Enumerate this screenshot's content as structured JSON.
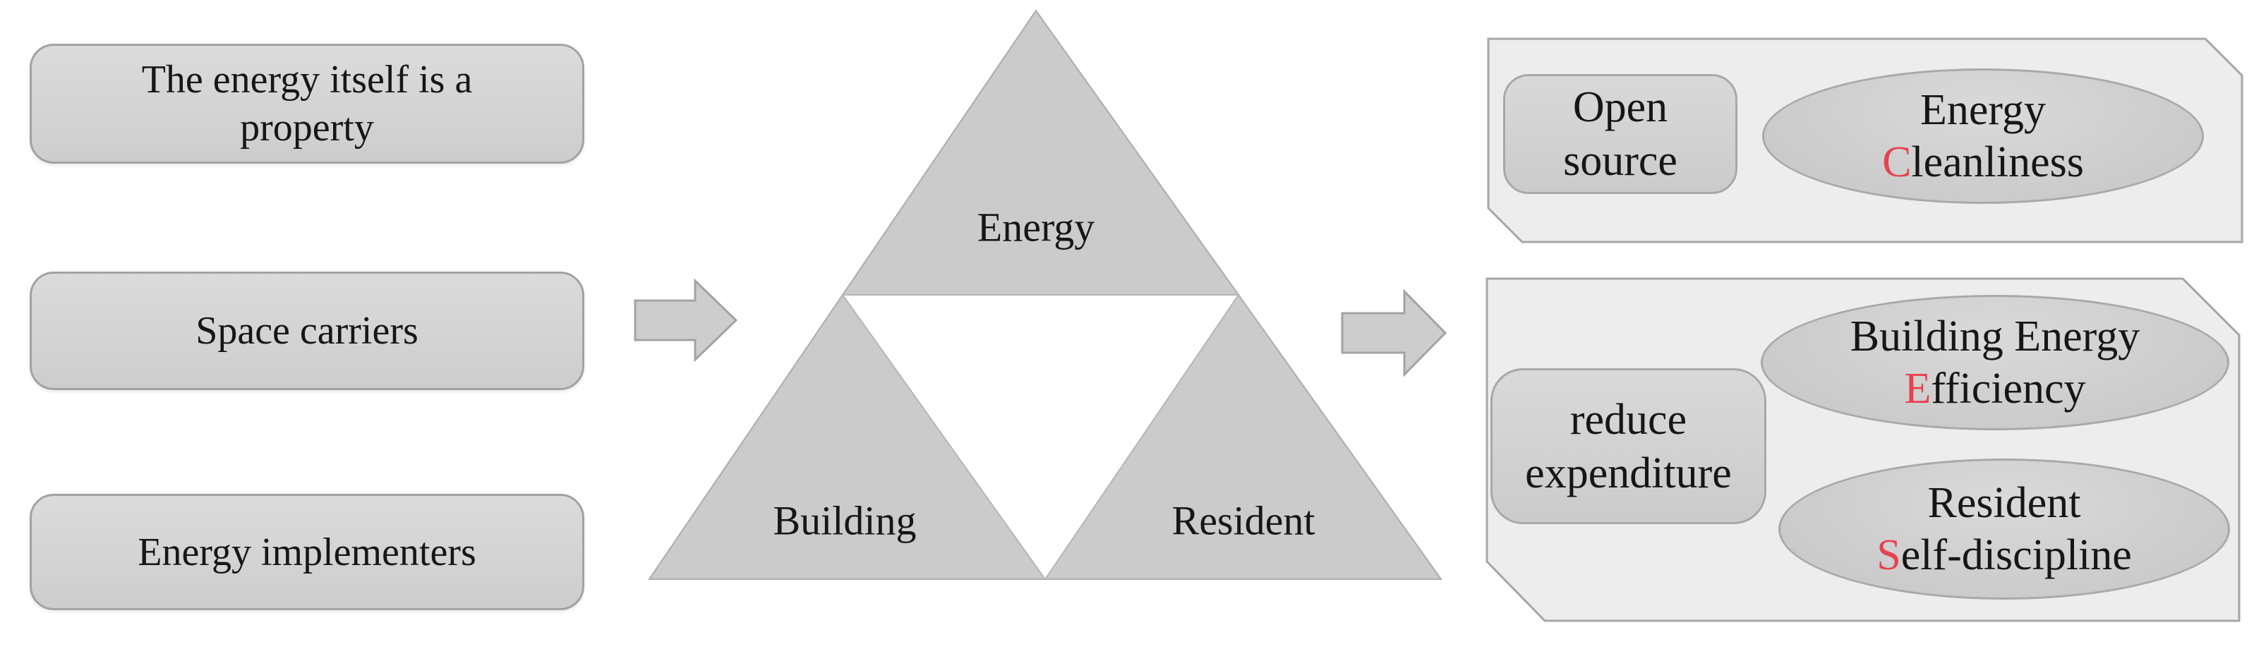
{
  "figure": {
    "type": "triangle-relationship-diagram"
  },
  "colors": {
    "red_letter": "#e84150",
    "panel_fill": "#ededed",
    "panel_border": "#a6a6a6",
    "box_fill_top": "#dbdbdb",
    "box_fill_bottom": "#cbcbcb",
    "box_border": "#a2a2a2",
    "ellipse_fill": "#cecece",
    "ellipse_border": "#a9a9a9",
    "triangle_fill": "#cbcbcb",
    "triangle_border": "#acacac",
    "inner_triangle_fill": "#ffffff",
    "arrow_fill": "#cdcdcd",
    "arrow_border": "#a3a3a3",
    "text": "#161616",
    "background": "#ffffff"
  },
  "icons": {
    "flow_arrow_left": "right-arrow",
    "flow_arrow_right": "right-arrow"
  },
  "left_column": {
    "boxes": [
      {
        "label": "The energy itself is a property"
      },
      {
        "label": "Space carriers"
      },
      {
        "label": "Energy implementers"
      }
    ]
  },
  "triangle": {
    "top_label": "Energy",
    "bottom_left_label": "Building",
    "bottom_right_label": "Resident"
  },
  "right_top_panel": {
    "box_lines": [
      "Open",
      "source"
    ],
    "ellipse": {
      "line1": "Energy",
      "line2_red": "C",
      "line2_rest": "leanliness"
    }
  },
  "right_bottom_panel": {
    "box_lines": [
      "reduce",
      "expenditure"
    ],
    "ellipses": [
      {
        "line1": "Building Energy",
        "line2_red": "E",
        "line2_rest": "fficiency"
      },
      {
        "line1": "Resident",
        "line2_red": "S",
        "line2_rest": "elf-discipline"
      }
    ]
  }
}
